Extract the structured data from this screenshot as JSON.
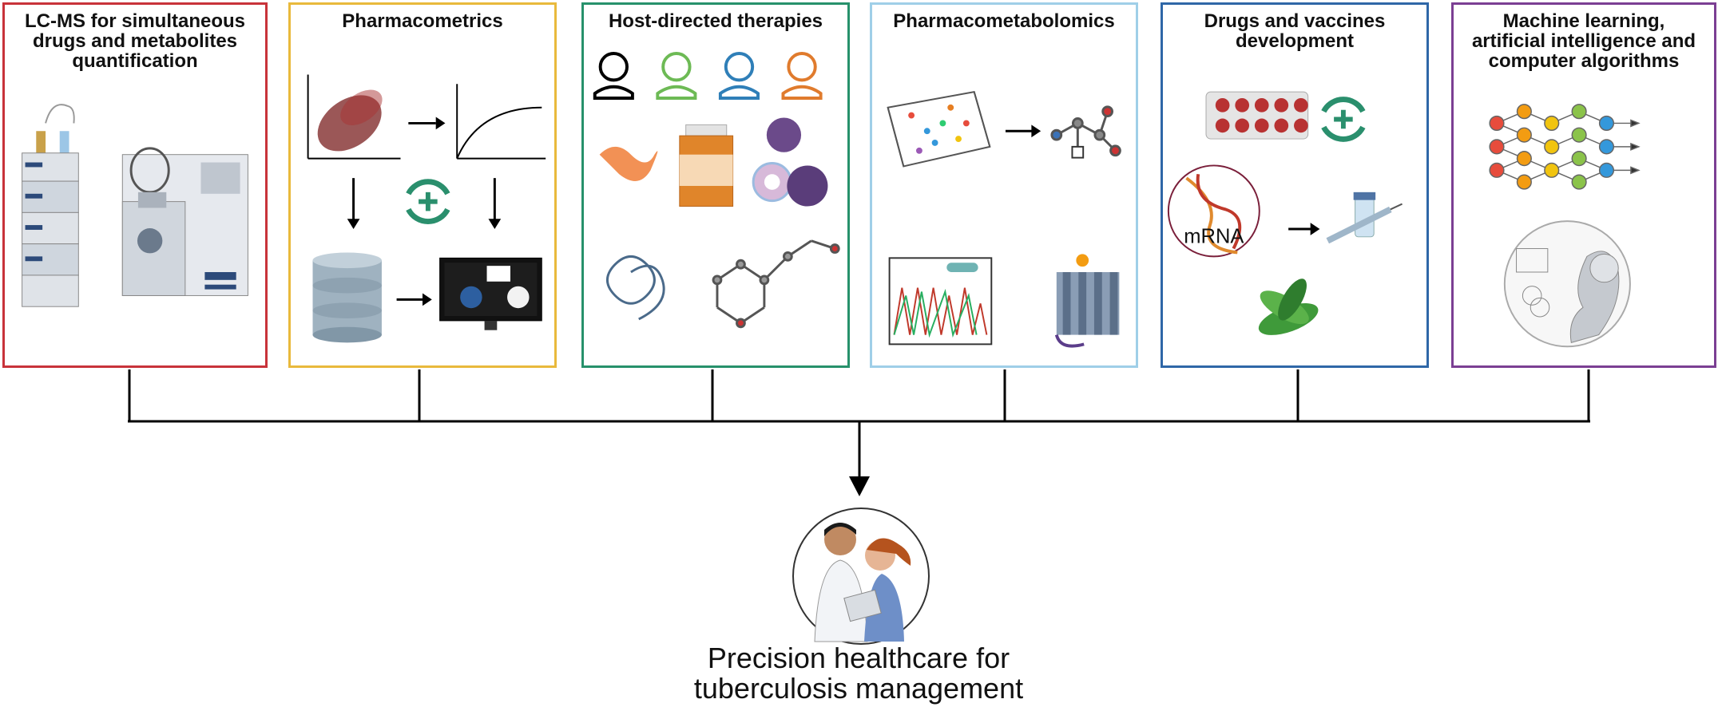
{
  "colors": {
    "lcms": "#c8333a",
    "pharmacometrics": "#e9b93c",
    "host": "#27916b",
    "metabolomics": "#9fcfe8",
    "vaccines": "#2f67a7",
    "ml": "#7b3f93",
    "accent_green": "#2a8f6d"
  },
  "panels": [
    {
      "key": "lcms",
      "title": "LC-MS for simultaneous\ndrugs and metabolites\nquantification"
    },
    {
      "key": "pharmacometrics",
      "title": "Pharmacometrics"
    },
    {
      "key": "host",
      "title": "Host-directed therapies"
    },
    {
      "key": "metabolomics",
      "title": "Pharmacometabolomics"
    },
    {
      "key": "vaccines",
      "title": "Drugs and vaccines\ndevelopment",
      "mrna_label": "mRNA"
    },
    {
      "key": "ml",
      "title": "Machine learning,\nartificial intelligence and\ncomputer algorithms"
    }
  ],
  "conclusion": {
    "text": "Precision healthcare for\ntuberculosis management"
  }
}
